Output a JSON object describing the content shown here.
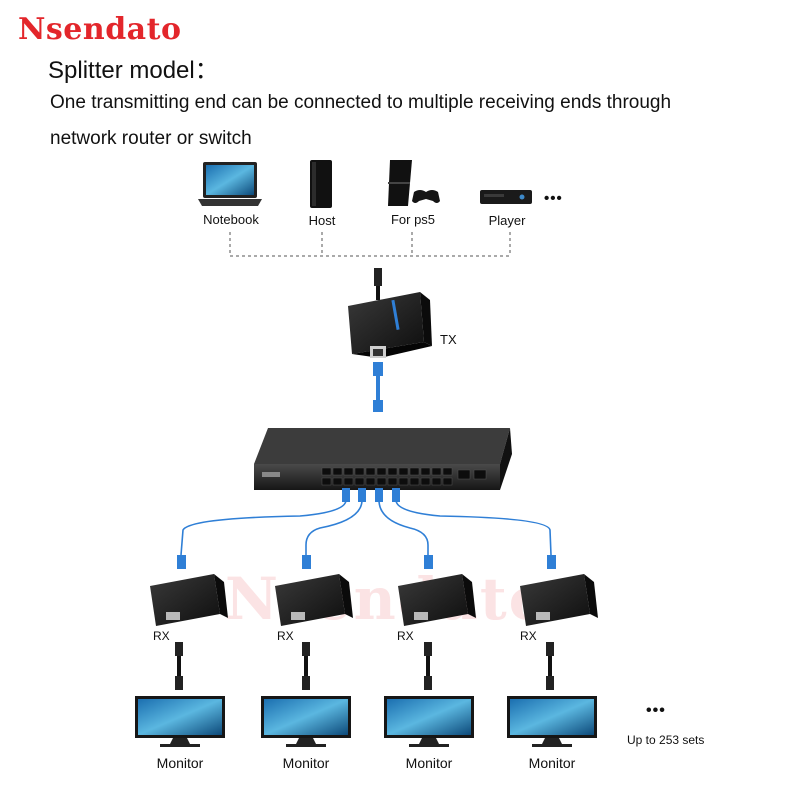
{
  "brand": "Nsendato",
  "title": "Splitter model：",
  "description_line1": "One transmitting end can be connected to multiple receiving ends through",
  "description_line2": "network router or switch",
  "sources": [
    {
      "label": "Notebook",
      "icon": "laptop-icon"
    },
    {
      "label": "Host",
      "icon": "pc-tower-icon"
    },
    {
      "label": "For ps5",
      "icon": "game-console-icon"
    },
    {
      "label": "Player",
      "icon": "media-player-icon"
    }
  ],
  "sources_more": "•••",
  "transmitter_label": "TX",
  "switch_icon": "network-switch-icon",
  "receivers": [
    {
      "label": "RX",
      "icon": "hdmi-receiver-icon"
    },
    {
      "label": "RX",
      "icon": "hdmi-receiver-icon"
    },
    {
      "label": "RX",
      "icon": "hdmi-receiver-icon"
    },
    {
      "label": "RX",
      "icon": "hdmi-receiver-icon"
    }
  ],
  "monitors": [
    {
      "label": "Monitor",
      "icon": "monitor-icon"
    },
    {
      "label": "Monitor",
      "icon": "monitor-icon"
    },
    {
      "label": "Monitor",
      "icon": "monitor-icon"
    },
    {
      "label": "Monitor",
      "icon": "monitor-icon"
    }
  ],
  "monitors_more": "•••",
  "capacity_note": "Up to 253 sets",
  "watermark": "Nsendato",
  "colors": {
    "brand": "#e3262b",
    "cable": "#2f7fd6",
    "device": "#1c1c1c"
  }
}
